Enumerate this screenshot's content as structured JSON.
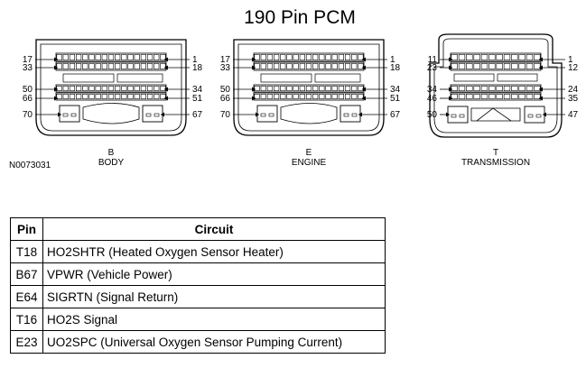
{
  "title": "190 Pin PCM",
  "figure_id": "N0073031",
  "connectors": [
    {
      "letter": "B",
      "name": "BODY",
      "pins": {
        "row1_left": "17",
        "row1_right": "1",
        "row2_left": "33",
        "row2_right": "18",
        "row3_left": "50",
        "row3_right": "34",
        "row4_left": "66",
        "row4_right": "51",
        "row5_left": "70",
        "row5_right": "67"
      }
    },
    {
      "letter": "E",
      "name": "ENGINE",
      "pins": {
        "row1_left": "17",
        "row1_right": "1",
        "row2_left": "33",
        "row2_right": "18",
        "row3_left": "50",
        "row3_right": "34",
        "row4_left": "66",
        "row4_right": "51",
        "row5_left": "70",
        "row5_right": "67"
      }
    },
    {
      "letter": "T",
      "name": "TRANSMISSION",
      "pins": {
        "row1_left": "11",
        "row1_right": "1",
        "row2_left": "23",
        "row2_right": "12",
        "row3_left": "34",
        "row3_right": "24",
        "row4_left": "46",
        "row4_right": "35",
        "row5_left": "50",
        "row5_right": "47"
      }
    }
  ],
  "table": {
    "headers": {
      "pin": "Pin",
      "circuit": "Circuit"
    },
    "rows": [
      {
        "pin": "T18",
        "circuit": "HO2SHTR (Heated Oxygen Sensor Heater)"
      },
      {
        "pin": "B67",
        "circuit": "VPWR (Vehicle Power)"
      },
      {
        "pin": "E64",
        "circuit": "SIGRTN (Signal Return)"
      },
      {
        "pin": "T16",
        "circuit": "HO2S Signal"
      },
      {
        "pin": "E23",
        "circuit": "UO2SPC (Universal Oxygen Sensor Pumping Current)"
      }
    ]
  }
}
